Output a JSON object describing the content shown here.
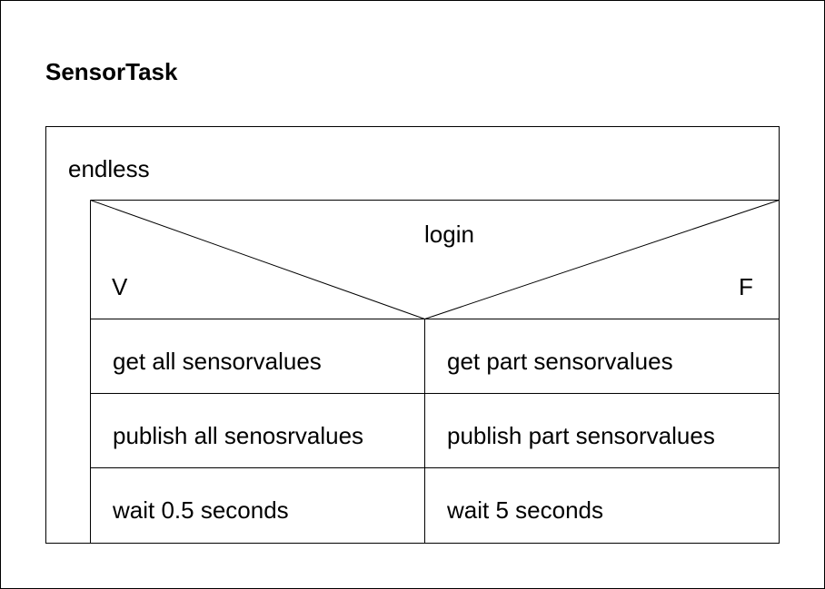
{
  "title": "SensorTask",
  "loop": {
    "label": "endless"
  },
  "decision": {
    "condition": "login",
    "true_label": "V",
    "false_label": "F"
  },
  "branches": {
    "true": [
      "get all sensorvalues",
      "publish all senosrvalues",
      "wait 0.5 seconds"
    ],
    "false": [
      "get part sensorvalues",
      "publish part sensorvalues",
      "wait 5 seconds"
    ]
  }
}
